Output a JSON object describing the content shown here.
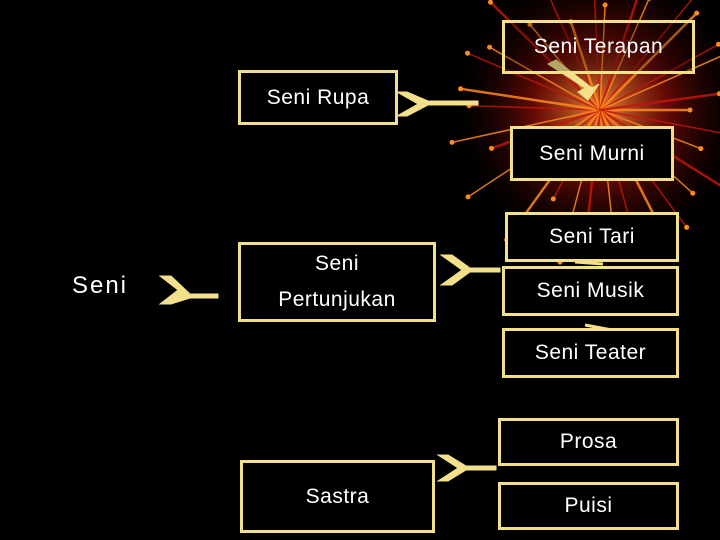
{
  "nodes": {
    "root": "Seni",
    "seni_rupa": "Seni Rupa",
    "seni_terapan": "Seni Terapan",
    "seni_murni": "Seni Murni",
    "seni_pertunjukan_line1": "Seni",
    "seni_pertunjukan_line2": "Pertunjukan",
    "seni_tari": "Seni Tari",
    "seni_musik": "Seni Musik",
    "seni_teater": "Seni Teater",
    "sastra": "Sastra",
    "prosa": "Prosa",
    "puisi": "Puisi"
  },
  "colors": {
    "background": "#000000",
    "box_border": "#f2e18a",
    "arrow_fill": "#f2e18a",
    "text": "#ffffff",
    "decoration_red": "#c0160c",
    "decoration_orange": "#ff8a1c"
  }
}
